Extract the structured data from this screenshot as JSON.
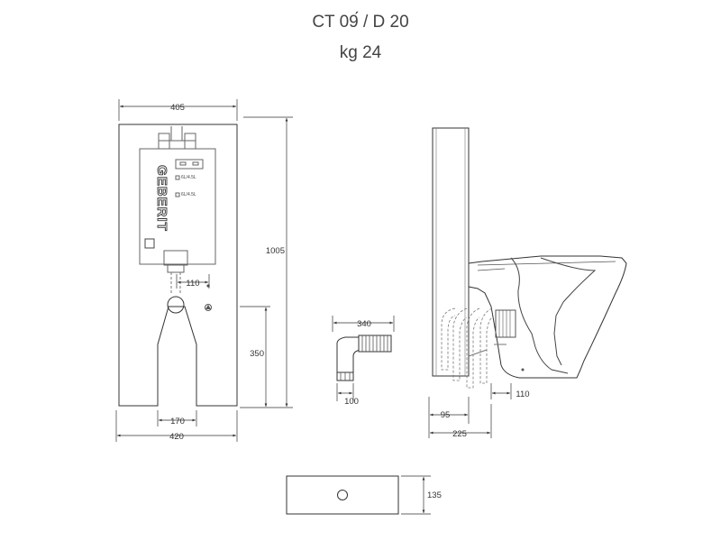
{
  "title": {
    "line1": "CT 09́ / D 20",
    "line2": "kg 24"
  },
  "brand": {
    "logo_text": "GEBERIT"
  },
  "frame_labels": {
    "flush_large": "6L/4.5L",
    "flush_small": "6L/4.5L"
  },
  "dimensions": {
    "frame_width_top": "405",
    "frame_height": "1005",
    "outlet_offset": "110",
    "cutout_height": "350",
    "cutout_width": "170",
    "frame_width_bottom": "420",
    "bend_length": "340",
    "bend_height": "100",
    "side_offset_110": "110",
    "side_offset_95": "95",
    "side_offset_225": "225",
    "plan_height": "135"
  }
}
